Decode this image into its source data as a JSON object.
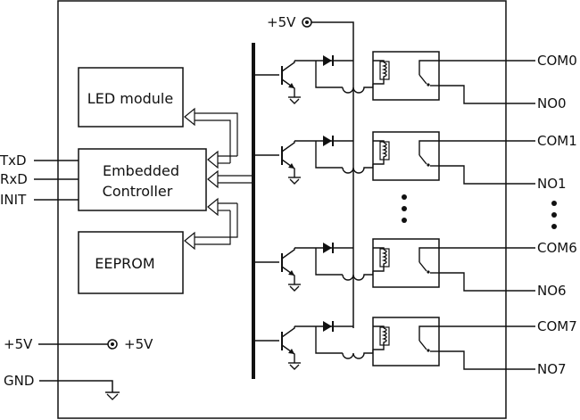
{
  "left_signals": [
    "TxD",
    "RxD",
    "INIT"
  ],
  "blocks": {
    "led": "LED module",
    "controller_line1": "Embedded",
    "controller_line2": "Controller",
    "eeprom": "EEPROM"
  },
  "power": {
    "top": "+5V",
    "bottom_in": "+5V",
    "bottom_out": "+5V",
    "gnd": "GND"
  },
  "relay_channels": [
    {
      "com": "COM0",
      "no": "NO0"
    },
    {
      "com": "COM1",
      "no": "NO1"
    },
    {
      "com": "COM6",
      "no": "NO6"
    },
    {
      "com": "COM7",
      "no": "NO7"
    }
  ],
  "ellipsis": "..."
}
